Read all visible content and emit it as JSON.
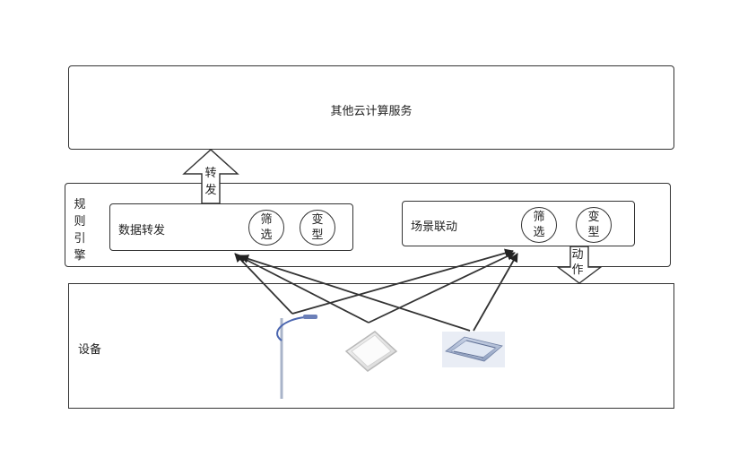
{
  "cloud": {
    "label": "其他云计算服务"
  },
  "engine": {
    "label": "规则引擎",
    "forward": {
      "label": "数据转发",
      "filter": "筛选",
      "transform": "变型"
    },
    "linkage": {
      "label": "场景联动",
      "filter": "筛选",
      "transform": "变型"
    }
  },
  "arrows": {
    "forward_label": "转发",
    "action_label": "动作"
  },
  "devices": {
    "label": "设备",
    "items": [
      "street-lamp-icon",
      "panel-light-icon",
      "air-conditioner-icon"
    ]
  }
}
